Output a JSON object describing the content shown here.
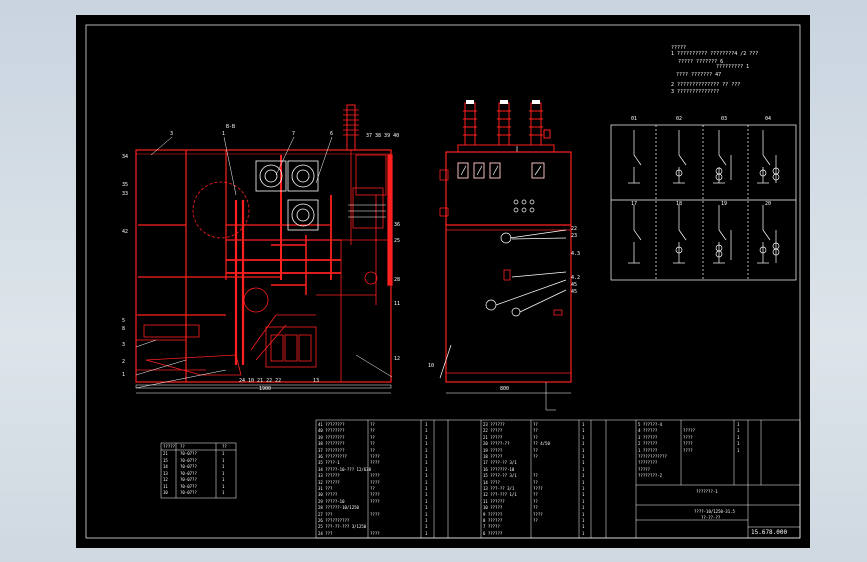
{
  "notes": {
    "title": "?????",
    "lines": [
      "1  ??????????      ????????4 /2 ???",
      "?????  ??????? 6",
      "????????? 1",
      "????  ??????? 47",
      "2  ??????????????             ?? ???",
      "3  ??????????????"
    ]
  },
  "side_view": {
    "section_label": "B-B",
    "top_labels": [
      "3",
      "1",
      "7",
      "6"
    ],
    "bus_labels": "37 38 39 40",
    "left_labels": [
      "34",
      "35",
      "33",
      "42"
    ],
    "left_low_labels": [
      "5",
      "8",
      "3",
      "2",
      "1"
    ],
    "right_labels": [
      "36",
      "25",
      "28",
      "11",
      "12"
    ],
    "bottom_labels": "24  10  21  22  22",
    "bottom_right_label": "13",
    "dimension": "1900"
  },
  "front_view": {
    "callouts": [
      "22",
      "23",
      "4.3",
      "4.2",
      "45",
      "45"
    ],
    "left_label": "10",
    "dimension": "800"
  },
  "schemes": {
    "top_labels": [
      "01",
      "02",
      "03",
      "04"
    ],
    "bottom_labels": [
      "17",
      "18",
      "19",
      "20"
    ]
  },
  "small_table": {
    "headers": [
      "?????",
      "??",
      "??"
    ],
    "rows": [
      [
        "21",
        "?0-07??",
        "1"
      ],
      [
        "15",
        "?0-07??",
        "1"
      ],
      [
        "14",
        "?0-07??",
        "1"
      ],
      [
        "13",
        "?0-07??",
        "1"
      ],
      [
        "12",
        "?0-07??",
        "1"
      ],
      [
        "11",
        "?0-07??",
        "1"
      ],
      [
        "10",
        "?0-07??",
        "1"
      ]
    ]
  },
  "parts_list": {
    "left_rows": [
      [
        "41 ????????",
        "??",
        "1"
      ],
      [
        "40 ????????",
        "??",
        "1"
      ],
      [
        "39 ????????",
        "??",
        "1"
      ],
      [
        "38 ????????",
        "??",
        "1"
      ],
      [
        "37 ????????",
        "??",
        "1"
      ],
      [
        "36 ?????????",
        "????",
        "1"
      ],
      [
        "35 ????-1",
        "????",
        "1"
      ],
      [
        "34 ?????-10-??? 12/630",
        "",
        "1"
      ],
      [
        "33 ??????",
        "????",
        "1"
      ],
      [
        "32 ??????",
        "????",
        "1"
      ],
      [
        "31 ???",
        "??",
        "1"
      ],
      [
        "30 ?????",
        "????",
        "1"
      ],
      [
        "29 ?????-10",
        "????",
        "1"
      ],
      [
        "28 ??????-10/1250",
        "",
        "1"
      ],
      [
        "27 ???",
        "????",
        "1"
      ],
      [
        "26 ??????????",
        "",
        "1"
      ],
      [
        "25 ???-??-??? 3/1250",
        "",
        "1"
      ],
      [
        "24 ???",
        "????",
        "1"
      ]
    ],
    "mid_rows": [
      [
        "23 ??????",
        "??",
        "1"
      ],
      [
        "22 ?????",
        "??",
        "1"
      ],
      [
        "21 ?????",
        "??",
        "1"
      ],
      [
        "20 ?????-??",
        "?? 4/50",
        "1"
      ],
      [
        "19 ?????",
        "??",
        "1"
      ],
      [
        "18 ?????",
        "??",
        "1"
      ],
      [
        "17 ????-?? 3/1",
        "",
        "1"
      ],
      [
        "16 ???????-10",
        "",
        "1"
      ],
      [
        "15 ????-?? 3/1",
        "??",
        "1"
      ],
      [
        "14 ????",
        "??",
        "1"
      ],
      [
        "13 ???-?? 3/1",
        "????",
        "1"
      ],
      [
        "12 ???-??? 1/1",
        "??",
        "1"
      ],
      [
        "11 ??????",
        "??",
        "1"
      ],
      [
        "10 ?????",
        "??",
        "1"
      ],
      [
        "9 ??????",
        "????",
        "1"
      ],
      [
        "8 ??????",
        "??",
        "1"
      ],
      [
        "7 ?????",
        "",
        "1"
      ],
      [
        "6 ??????",
        "",
        "1"
      ]
    ],
    "right_rows": [
      [
        "5 ??????-4",
        "",
        "1"
      ],
      [
        "4 ??????",
        "?????",
        "1"
      ],
      [
        "3 ??????",
        "????",
        "1"
      ],
      [
        "2 ??????",
        "????",
        "1"
      ],
      [
        "1 ??????",
        "????",
        "1"
      ],
      [
        "????????????",
        "",
        ""
      ],
      [
        "????????",
        "",
        ""
      ],
      [
        "?????",
        "",
        ""
      ],
      [
        "????????-2",
        "",
        ""
      ]
    ]
  },
  "title_block": {
    "drawing_title": "???????-1",
    "model": "????-10/1250-31.5",
    "code": "??-??-??",
    "number": "15.678.000"
  }
}
